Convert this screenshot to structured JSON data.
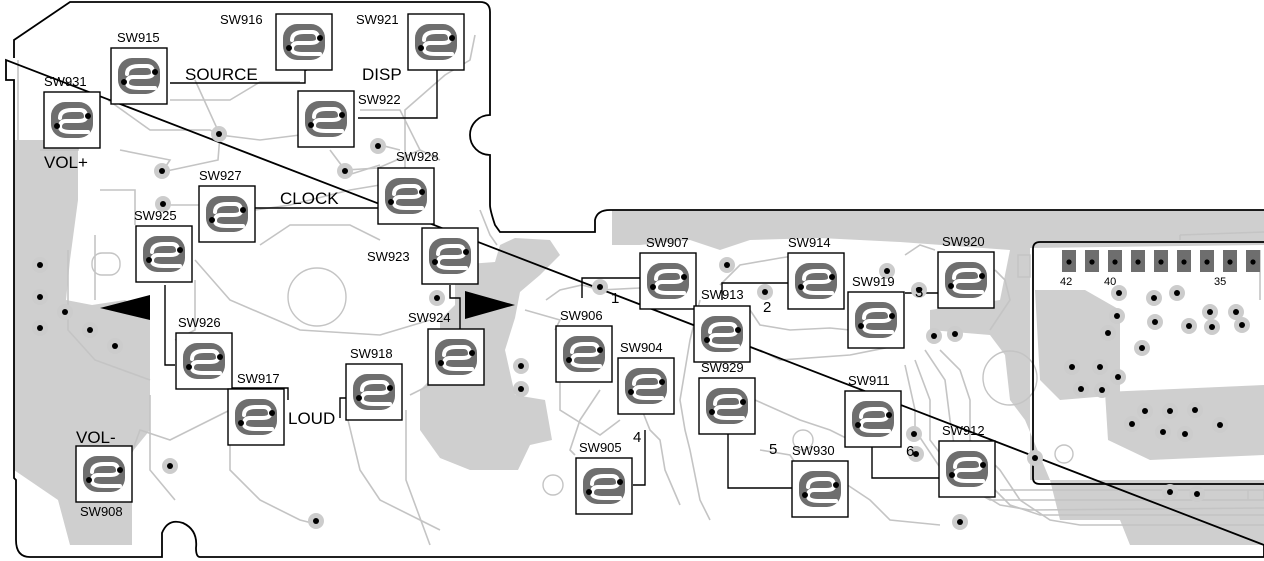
{
  "switches": [
    {
      "id": "SW931"
    },
    {
      "id": "SW915"
    },
    {
      "id": "SW916"
    },
    {
      "id": "SW921"
    },
    {
      "id": "SW922"
    },
    {
      "id": "SW927"
    },
    {
      "id": "SW928"
    },
    {
      "id": "SW925"
    },
    {
      "id": "SW923"
    },
    {
      "id": "SW924"
    },
    {
      "id": "SW926"
    },
    {
      "id": "SW917"
    },
    {
      "id": "SW918"
    },
    {
      "id": "SW908"
    },
    {
      "id": "SW906"
    },
    {
      "id": "SW907"
    },
    {
      "id": "SW913"
    },
    {
      "id": "SW914"
    },
    {
      "id": "SW919"
    },
    {
      "id": "SW920"
    },
    {
      "id": "SW904"
    },
    {
      "id": "SW905"
    },
    {
      "id": "SW929"
    },
    {
      "id": "SW930"
    },
    {
      "id": "SW911"
    },
    {
      "id": "SW912"
    }
  ],
  "function_labels": {
    "source": "SOURCE",
    "disp": "DISP",
    "vol_plus": "VOL+",
    "vol_minus": "VOL-",
    "clock": "CLOCK",
    "loud": "LOUD"
  },
  "preset_labels": [
    "1",
    "2",
    "3",
    "4",
    "5",
    "6"
  ],
  "connector_pin_labels": {
    "p42": "42",
    "p40": "40",
    "p35": "35"
  },
  "colors": {
    "trace": "#c4c4c4",
    "copper_fill": "#cfcfcf",
    "outline": "#000000",
    "pad": "#6e6e6e",
    "via_ring": "#cccccc"
  }
}
